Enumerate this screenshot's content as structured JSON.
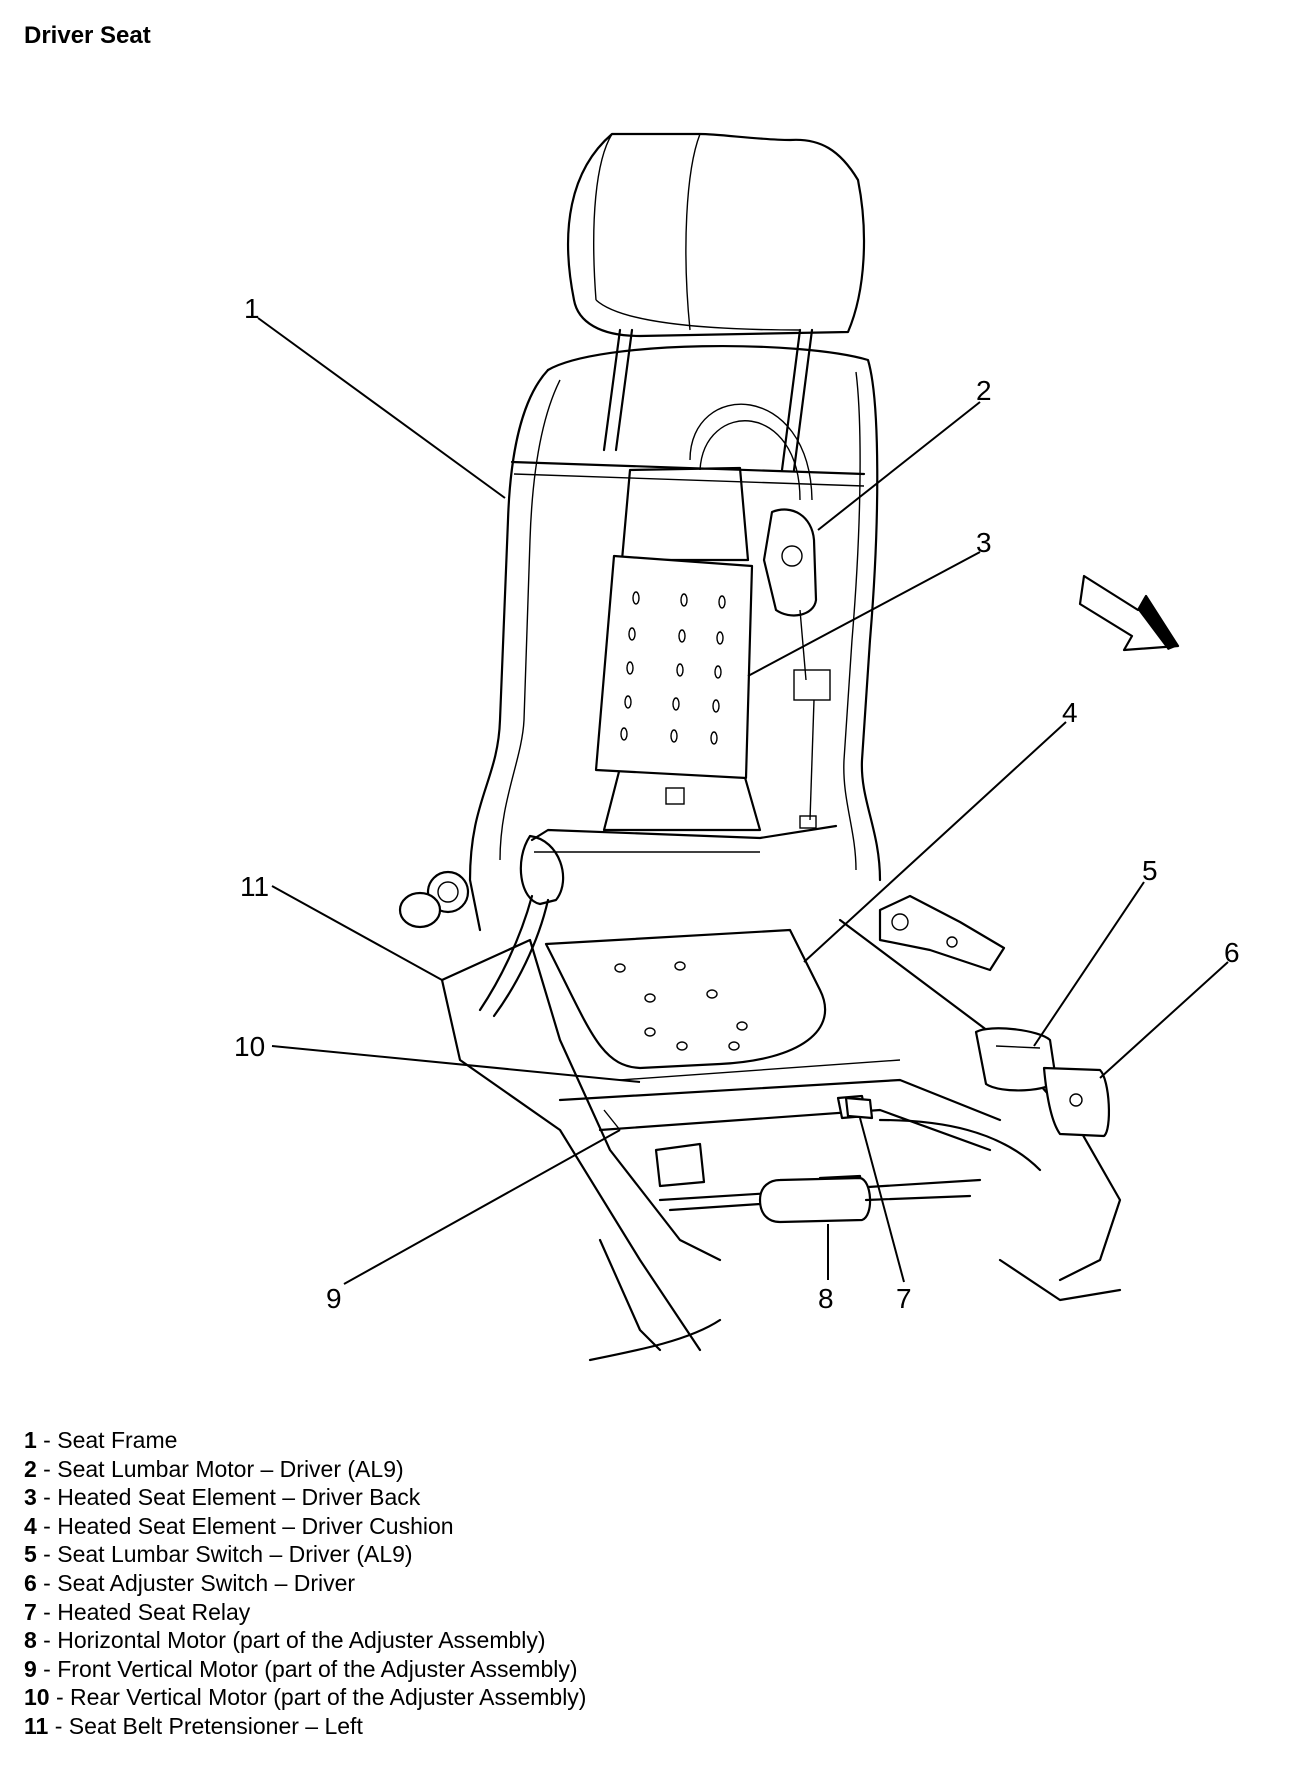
{
  "title": "Driver Seat",
  "callouts": [
    "1",
    "2",
    "3",
    "4",
    "5",
    "6",
    "7",
    "8",
    "9",
    "10",
    "11"
  ],
  "legend": [
    {
      "num": "1",
      "text": " - Seat Frame"
    },
    {
      "num": "2",
      "text": " - Seat Lumbar Motor – Driver (AL9)"
    },
    {
      "num": "3",
      "text": " - Heated Seat Element – Driver Back"
    },
    {
      "num": "4",
      "text": " - Heated Seat Element – Driver Cushion"
    },
    {
      "num": "5",
      "text": " - Seat Lumbar Switch – Driver (AL9)"
    },
    {
      "num": "6",
      "text": " - Seat Adjuster Switch – Driver"
    },
    {
      "num": "7",
      "text": " - Heated Seat Relay"
    },
    {
      "num": "8",
      "text": " - Horizontal Motor (part of the Adjuster Assembly)"
    },
    {
      "num": "9",
      "text": " - Front Vertical Motor (part of the Adjuster Assembly)"
    },
    {
      "num": "10",
      "text": " - Rear Vertical Motor (part of the Adjuster Assembly)"
    },
    {
      "num": "11",
      "text": " - Seat Belt Pretensioner – Left"
    }
  ]
}
